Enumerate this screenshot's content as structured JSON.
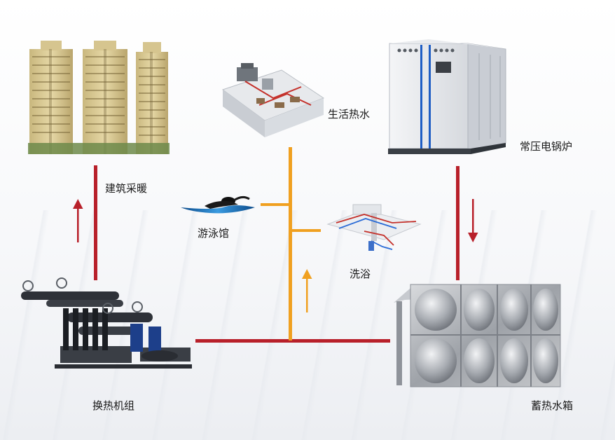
{
  "labels": {
    "building_heating": "建筑采暖",
    "domestic_hot_water": "生活热水",
    "boiler": "常压电锅炉",
    "swimming_pool": "游泳馆",
    "bathing": "洗浴",
    "heat_exchanger": "换热机组",
    "storage_tank": "蓄热水箱"
  },
  "colors": {
    "primary_line": "#b8202a",
    "secondary_line": "#f0a020"
  }
}
